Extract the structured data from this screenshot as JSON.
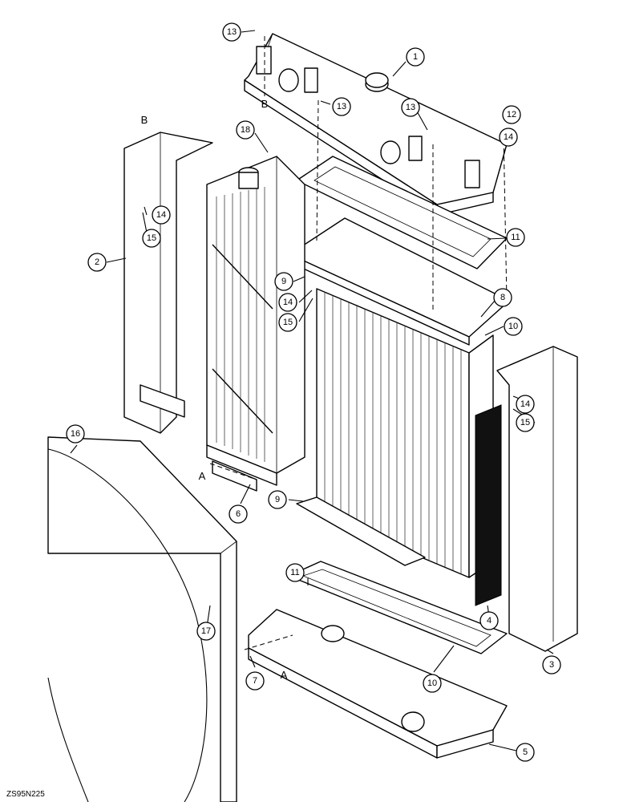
{
  "callouts": [
    {
      "label": "13"
    },
    {
      "label": "1"
    },
    {
      "label": "13"
    },
    {
      "label": "13"
    },
    {
      "label": "12"
    },
    {
      "label": "14"
    },
    {
      "label": "18"
    },
    {
      "label": "14"
    },
    {
      "label": "15"
    },
    {
      "label": "2"
    },
    {
      "label": "11"
    },
    {
      "label": "9"
    },
    {
      "label": "14"
    },
    {
      "label": "15"
    },
    {
      "label": "8"
    },
    {
      "label": "10"
    },
    {
      "label": "14"
    },
    {
      "label": "15"
    },
    {
      "label": "16"
    },
    {
      "label": "6"
    },
    {
      "label": "9"
    },
    {
      "label": "11"
    },
    {
      "label": "4"
    },
    {
      "label": "10"
    },
    {
      "label": "17"
    },
    {
      "label": "3"
    },
    {
      "label": "7"
    },
    {
      "label": "5"
    }
  ],
  "refs": {
    "b_top": "B",
    "b_left": "B",
    "a_left": "A",
    "a_bottom": "A"
  },
  "figure_code": "ZS95N225"
}
